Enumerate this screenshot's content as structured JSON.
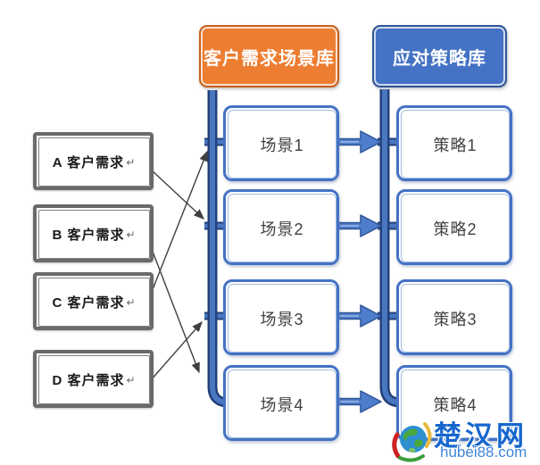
{
  "needs": {
    "return_symbol": "↵",
    "items": [
      {
        "label": "A 客户需求"
      },
      {
        "label": "B 客户需求"
      },
      {
        "label": "C 客户需求"
      },
      {
        "label": "D 客户需求"
      }
    ]
  },
  "scenario_library": {
    "title": "客户需求场景库",
    "items": [
      {
        "label": "场景1"
      },
      {
        "label": "场景2"
      },
      {
        "label": "场景3"
      },
      {
        "label": "场景4"
      }
    ]
  },
  "strategy_library": {
    "title": "应对策略库",
    "items": [
      {
        "label": "策略1"
      },
      {
        "label": "策略2"
      },
      {
        "label": "策略3"
      },
      {
        "label": "策略4"
      }
    ]
  },
  "connections": {
    "need_to_scenario": [
      {
        "from": "A 客户需求",
        "to": "场景2"
      },
      {
        "from": "B 客户需求",
        "to": "场景4"
      },
      {
        "from": "C 客户需求",
        "to": "场景1"
      },
      {
        "from": "D 客户需求",
        "to": "场景3"
      }
    ],
    "scenario_to_strategy": [
      {
        "from": "场景1",
        "to": "策略1"
      },
      {
        "from": "场景2",
        "to": "策略2"
      },
      {
        "from": "场景3",
        "to": "策略3"
      },
      {
        "from": "场景4",
        "to": "策略4"
      }
    ]
  },
  "colors": {
    "scenario_header_fill": "#ED7D31",
    "scenario_header_border": "#C6611E",
    "strategy_header_fill": "#4472C4",
    "strategy_header_border": "#2F5597",
    "item_box_border": "#4472C4",
    "trunk_fill": "#4977C0",
    "trunk_edge": "#24407A",
    "block_arrow_fill": "#4E7DCB",
    "block_arrow_edge": "#2E5597",
    "need_box_border": "#6A6A6A",
    "thin_arrow": "#3F3F3F"
  },
  "watermark": {
    "site_name": "楚汉网",
    "site_domain": "hubei88.com"
  }
}
